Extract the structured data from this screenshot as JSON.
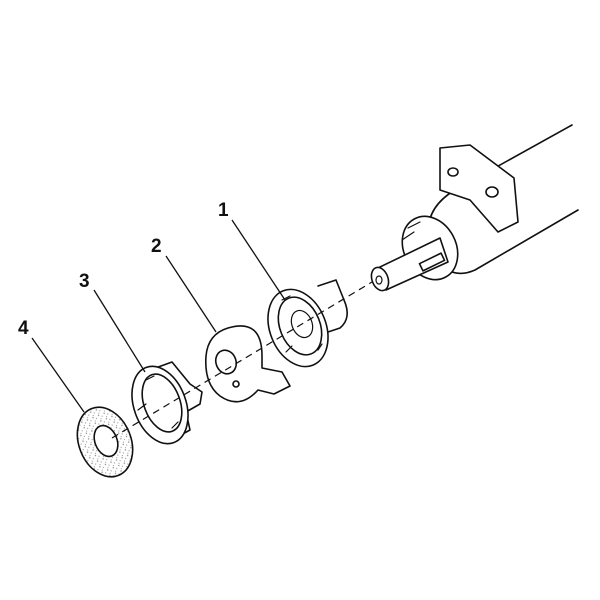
{
  "callouts": [
    {
      "id": "1",
      "text": "1"
    },
    {
      "id": "2",
      "text": "2"
    },
    {
      "id": "3",
      "text": "3"
    },
    {
      "id": "4",
      "text": "4"
    }
  ],
  "colors": {
    "line": "#111111",
    "background": "#ffffff",
    "washer_speckle": "#888888"
  }
}
